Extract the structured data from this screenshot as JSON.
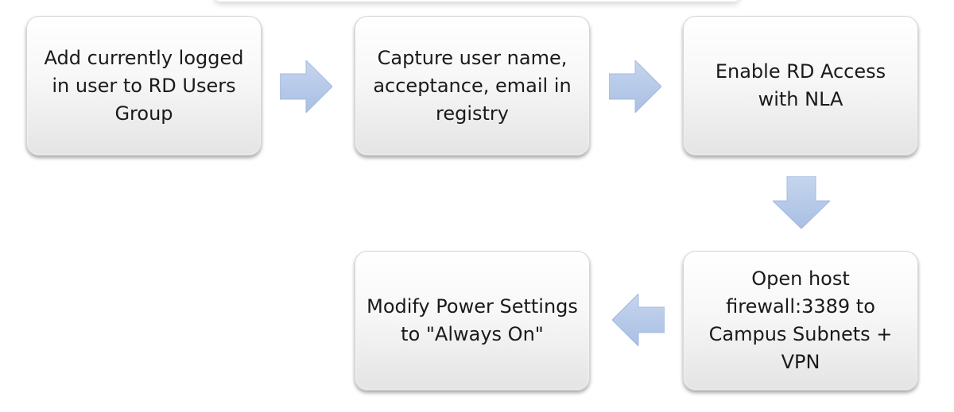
{
  "diagram": {
    "steps": [
      {
        "label": "Add currently logged in user to RD Users Group"
      },
      {
        "label": "Capture user name, acceptance, email in registry"
      },
      {
        "label": "Enable RD Access with NLA"
      },
      {
        "label": "Open host firewall:3389 to Campus Subnets + VPN"
      },
      {
        "label": "Modify Power Settings to \"Always On\""
      }
    ],
    "colors": {
      "arrow_fill": "#b4c7e7",
      "arrow_fill_dark": "#9bb3db",
      "box_top": "#ffffff",
      "box_bottom": "#e4e4e4",
      "text": "#1a1a1a"
    }
  }
}
